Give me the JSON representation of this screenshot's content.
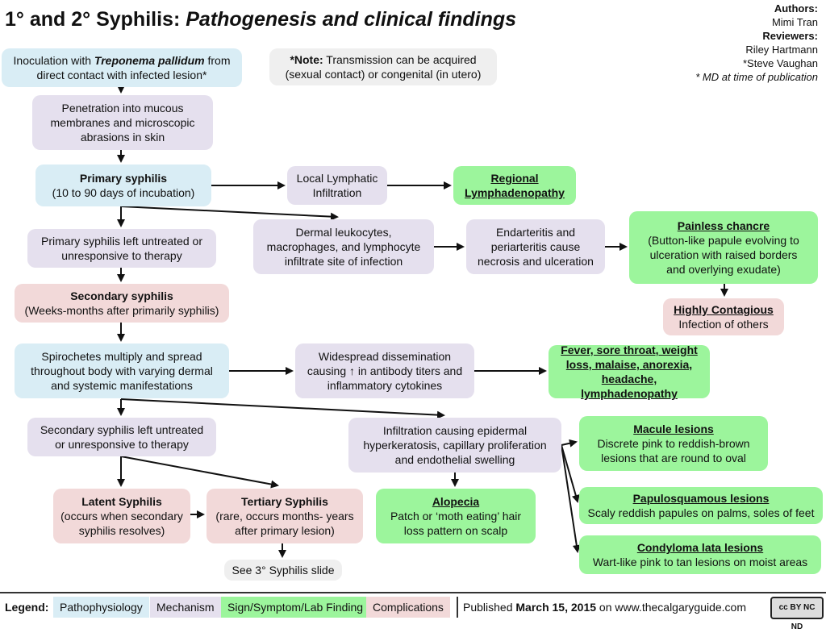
{
  "header": {
    "title_main": "1° and 2° Syphilis:",
    "title_sub": "Pathogenesis and clinical findings"
  },
  "authors": {
    "authors_label": "Authors:",
    "author1": "Mimi Tran",
    "reviewers_label": "Reviewers:",
    "reviewer1": "Riley Hartmann",
    "reviewer2": "*Steve Vaughan",
    "md_note": "* MD at time of publication"
  },
  "nodes": {
    "inoculation": {
      "pre": "Inoculation with ",
      "em": "Treponema pallidum",
      "post": " from",
      "line2": "direct contact with infected lesion*"
    },
    "note": {
      "label": "*Note:",
      "text": " Transmission can be acquired",
      "line2": "(sexual contact) or congenital (in utero)"
    },
    "penetration": {
      "l1": "Penetration into mucous",
      "l2": "membranes and microscopic",
      "l3": "abrasions in skin"
    },
    "primary": {
      "title": "Primary syphilis",
      "l2": "(10 to 90 days of incubation)"
    },
    "local_lymph": {
      "l1": "Local Lymphatic",
      "l2": "Infiltration"
    },
    "regional_lymph": {
      "l1": "Regional",
      "l2": "Lymphadenopathy"
    },
    "dermal": {
      "l1": "Dermal leukocytes,",
      "l2": "macrophages, and lymphocyte",
      "l3": "infiltrate site of infection"
    },
    "endarteritis": {
      "l1": "Endarteritis and",
      "l2": "periarteritis cause",
      "l3": "necrosis and ulceration"
    },
    "chancre": {
      "title": "Painless chancre",
      "l2": "(Button-like papule evolving to",
      "l3": "ulceration with raised borders",
      "l4": "and overlying exudate)"
    },
    "primary_untreated": {
      "l1": "Primary syphilis left untreated or",
      "l2": "unresponsive to therapy"
    },
    "contagious": {
      "title": "Highly Contagious",
      "l2": "Infection of others"
    },
    "secondary": {
      "title": "Secondary syphilis",
      "l2": "(Weeks-months after primarily syphilis)"
    },
    "spirochetes": {
      "l1": "Spirochetes multiply and spread",
      "l2": "throughout body with varying dermal",
      "l3": "and systemic manifestations"
    },
    "dissemination": {
      "l1": "Widespread dissemination",
      "l2": "causing ↑ in antibody titers and",
      "l3": "inflammatory cytokines"
    },
    "fever": {
      "l1": "Fever, sore throat, weight",
      "l2": "loss, malaise, anorexia,",
      "l3": "headache, lymphadenopathy"
    },
    "secondary_untreated": {
      "l1": "Secondary syphilis left untreated",
      "l2": "or unresponsive to therapy"
    },
    "infiltration": {
      "l1": "Infiltration causing epidermal",
      "l2": "hyperkeratosis, capillary proliferation",
      "l3": "and endothelial swelling"
    },
    "macule": {
      "title": "Macule lesions",
      "l2": "Discrete pink to reddish-brown",
      "l3": "lesions that are round to oval"
    },
    "latent": {
      "title": "Latent Syphilis",
      "l2": "(occurs when secondary",
      "l3": "syphilis resolves)"
    },
    "tertiary": {
      "title": "Tertiary Syphilis",
      "l2": "(rare, occurs months- years",
      "l3": "after primary lesion)"
    },
    "alopecia": {
      "title": "Alopecia",
      "l2": "Patch or ‘moth eating’ hair",
      "l3": "loss pattern on scalp"
    },
    "papulo": {
      "title": "Papulosquamous lesions",
      "l2": "Scaly reddish papules on palms, soles of feet"
    },
    "condyloma": {
      "title": "Condyloma lata lesions",
      "l2": "Wart-like pink to tan lesions on moist areas"
    },
    "see3": {
      "l1": "See 3° Syphilis slide"
    }
  },
  "legend": {
    "label": "Legend:",
    "pathophysiology": "Pathophysiology",
    "mechanism": "Mechanism",
    "sign": "Sign/Symptom/Lab Finding",
    "complications": "Complications"
  },
  "footer": {
    "published_pre": "Published ",
    "published_date": "March 15, 2015",
    "published_post": " on www.thecalgaryguide.com",
    "license_badge": "cc BY NC ND"
  },
  "colors": {
    "pathophysiology": "#d9edf5",
    "mechanism": "#e5e0ee",
    "sign": "#9cf59c",
    "complications": "#f2d9d9"
  }
}
